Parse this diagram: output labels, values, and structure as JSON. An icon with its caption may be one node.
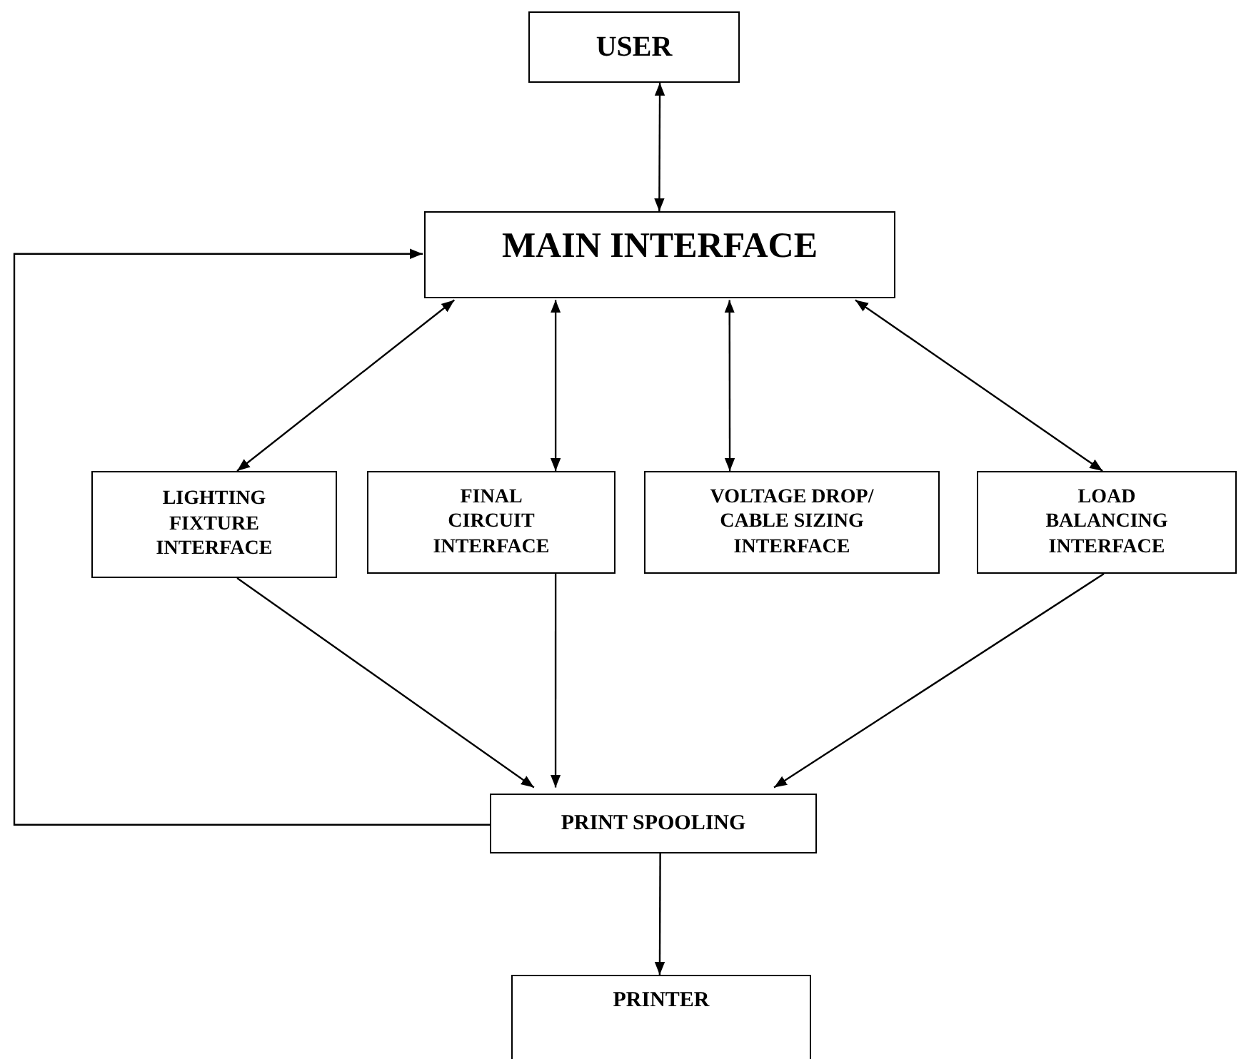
{
  "diagram": {
    "nodes": [
      {
        "text": [
          "USER"
        ]
      },
      {
        "text": [
          "MAIN INTERFACE"
        ]
      },
      {
        "text": [
          "LIGHTING FIXTURE INTERFACE"
        ]
      },
      {
        "text": [
          "FINAL CIRCUIT INTERFACE"
        ]
      },
      {
        "text": [
          "VOLTAGE DROP/ CABLE SIZING INTERFACE"
        ]
      },
      {
        "text": [
          "LOAD BALANCING INTERFACE"
        ]
      },
      {
        "text": [
          "PRINT SPOOLING"
        ]
      },
      {
        "text": [
          "PRINTER"
        ]
      }
    ],
    "edges": [
      {
        "from": 0,
        "to": 1,
        "arrow": "both"
      },
      {
        "from": 1,
        "to": 2,
        "arrow": "both"
      },
      {
        "from": 1,
        "to": 3,
        "arrow": "both"
      },
      {
        "from": 1,
        "to": 4,
        "arrow": "both"
      },
      {
        "from": 1,
        "to": 5,
        "arrow": "both"
      },
      {
        "from": 2,
        "to": 6,
        "arrow": "to"
      },
      {
        "from": 3,
        "to": 6,
        "arrow": "to"
      },
      {
        "from": 5,
        "to": 6,
        "arrow": "to"
      },
      {
        "from": 6,
        "to": 1,
        "arrow": "to"
      },
      {
        "from": 6,
        "to": 7,
        "arrow": "to"
      }
    ]
  }
}
